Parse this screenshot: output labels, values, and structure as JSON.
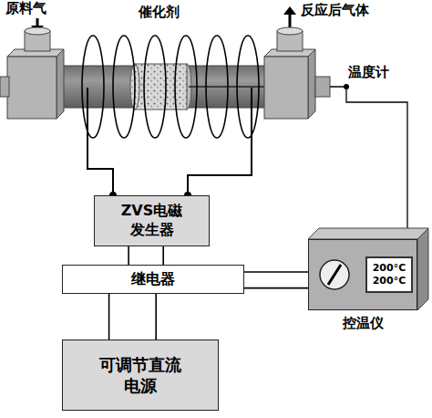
{
  "diagram": {
    "nodes": [
      {
        "text": [
          "ZVS电磁发生器"
        ]
      },
      {
        "text": [
          "继电器"
        ]
      },
      {
        "text": [
          "可调节直流电源"
        ]
      },
      {
        "text": [
          "控温仪"
        ]
      },
      {
        "text": [
          "200°C",
          "200°C"
        ],
        "in": 3
      }
    ],
    "edges": [
      {
        "from": 0,
        "to": 1,
        "arrow": "none"
      },
      {
        "from": 1,
        "to": 2,
        "arrow": "none"
      },
      {
        "from": 1,
        "to": 3,
        "arrow": "none"
      }
    ],
    "labels": [
      "原料气",
      "催化剂",
      "反应后气体",
      "温度计"
    ]
  }
}
